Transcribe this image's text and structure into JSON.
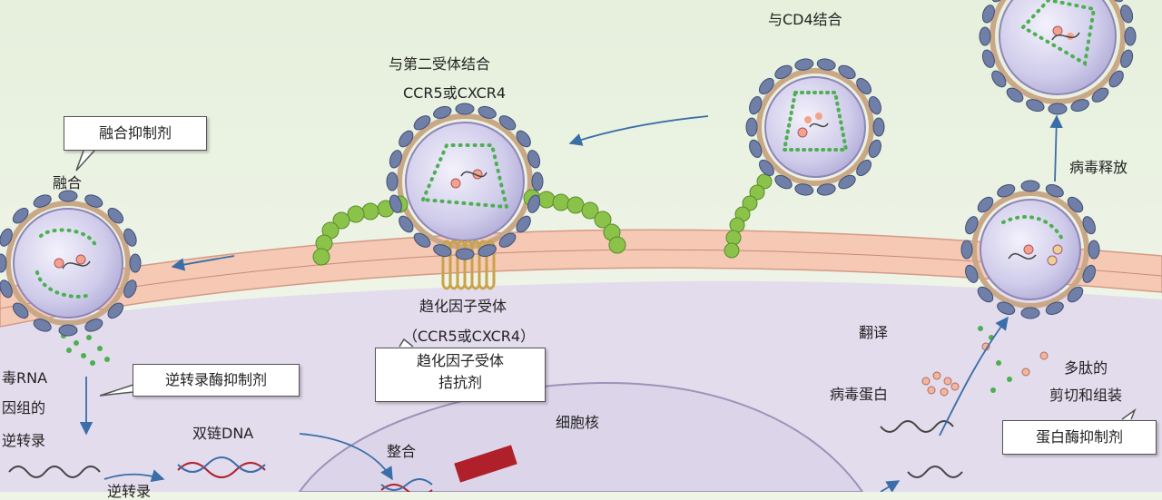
{
  "labels": {
    "cd4_binding": "与CD4结合",
    "second_receptor_binding": "与第二受体结合",
    "coreceptor_names": "CCR5或CXCR4",
    "fusion": "融合",
    "virus_release": "病毒释放",
    "chemokine_receptor": "趋化因子受体",
    "chemokine_receptor_names": "（CCR5或CXCR4）",
    "translation": "翻译",
    "viral_protein": "病毒蛋白",
    "polypeptide_processing_1": "多肽的",
    "polypeptide_processing_2": "剪切和组装",
    "viral_rna_1": "毒RNA",
    "viral_rna_2": "因组的",
    "viral_rna_3": "逆转录",
    "dsdna": "双链DNA",
    "integration": "整合",
    "nucleus": "细胞核",
    "reverse_transcription_partial": "逆转录"
  },
  "callouts": {
    "fusion_inhibitor": "融合抑制剂",
    "rt_inhibitor": "逆转录酶抑制剂",
    "receptor_antagonist_1": "趋化因子受体",
    "receptor_antagonist_2": "拮抗剂",
    "protease_inhibitor": "蛋白酶抑制剂"
  },
  "colors": {
    "background_top": "#eef4e6",
    "cytoplasm": "#e2dcec",
    "membrane_pink": "#f4c6b0",
    "nucleus_fill": "#dcd6ea",
    "virion_fill": "#c9c6e6",
    "envelope_knob": "#6f7fa8",
    "capsid_dots": "#4caf50",
    "cd4_chain": "#8bc34a",
    "arrow_blue": "#3a6ea8",
    "receptor_yellow": "#e8c84a",
    "dna_red": "#b0202a"
  }
}
